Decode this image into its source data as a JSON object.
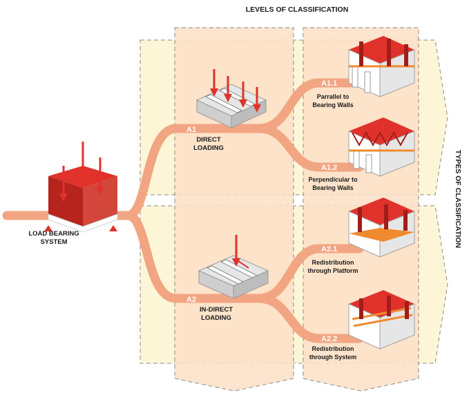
{
  "header": {
    "title": "LEVELS OF CLASSIFICATION"
  },
  "side_label": "TYPES OF CLASSIFICATION",
  "root": {
    "line1": "LOAD BEARING",
    "line2": "SYSTEM"
  },
  "branches": [
    {
      "code": "A1",
      "line1": "DIRECT",
      "line2": "LOADING"
    },
    {
      "code": "A2",
      "line1": "IN-DIRECT",
      "line2": "LOADING"
    }
  ],
  "leaves": [
    {
      "code": "A1.1",
      "line1": "Parrallel to",
      "line2": "Bearing Walls"
    },
    {
      "code": "A1.2",
      "line1": "Perpendicular to",
      "line2": "Bearing Walls"
    },
    {
      "code": "A2.1",
      "line1": "Redistribution",
      "line2": "through Platform"
    },
    {
      "code": "A2.2",
      "line1": "Redistribution",
      "line2": "through System"
    }
  ],
  "colors": {
    "band": "#f2a582",
    "column": "#fcdfc7",
    "row": "#fdf6d6",
    "red": "#e0322b",
    "dark_red": "#a21d18",
    "orange": "#f08a2e"
  }
}
